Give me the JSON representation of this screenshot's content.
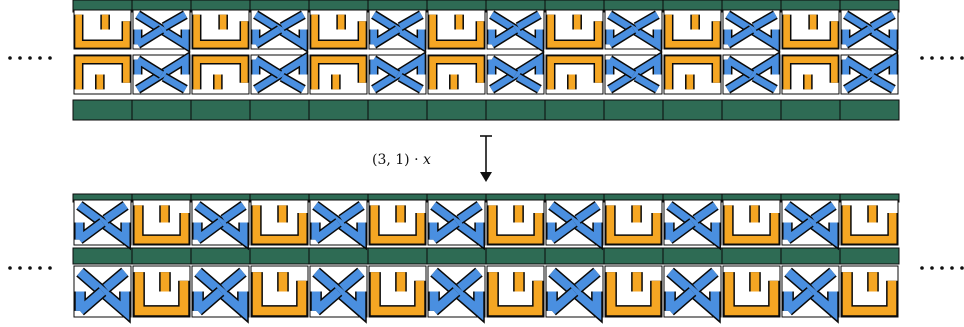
{
  "transform": {
    "pair": "(3, 1)",
    "operator": "·",
    "variable": "x"
  },
  "colors": {
    "blue": "#4a8fe0",
    "orange": "#f5a623",
    "green": "#2e6b54",
    "outline": "#0a0a0a",
    "white": "#ffffff"
  },
  "top_band": {
    "tiles": [
      "orange",
      "blue",
      "orange",
      "blue",
      "orange",
      "blue",
      "orange",
      "blue",
      "orange",
      "blue",
      "orange",
      "blue",
      "orange",
      "blue"
    ]
  },
  "bottom_upper_band": {
    "tiles": [
      "blue",
      "orange",
      "blue",
      "orange",
      "blue",
      "orange",
      "blue",
      "orange",
      "blue",
      "orange",
      "blue",
      "orange",
      "blue",
      "orange"
    ]
  },
  "bottom_lower_band": {
    "tiles": [
      "blue",
      "orange",
      "blue",
      "orange",
      "blue",
      "orange",
      "blue",
      "orange",
      "blue",
      "orange",
      "blue",
      "orange",
      "blue",
      "orange"
    ]
  }
}
